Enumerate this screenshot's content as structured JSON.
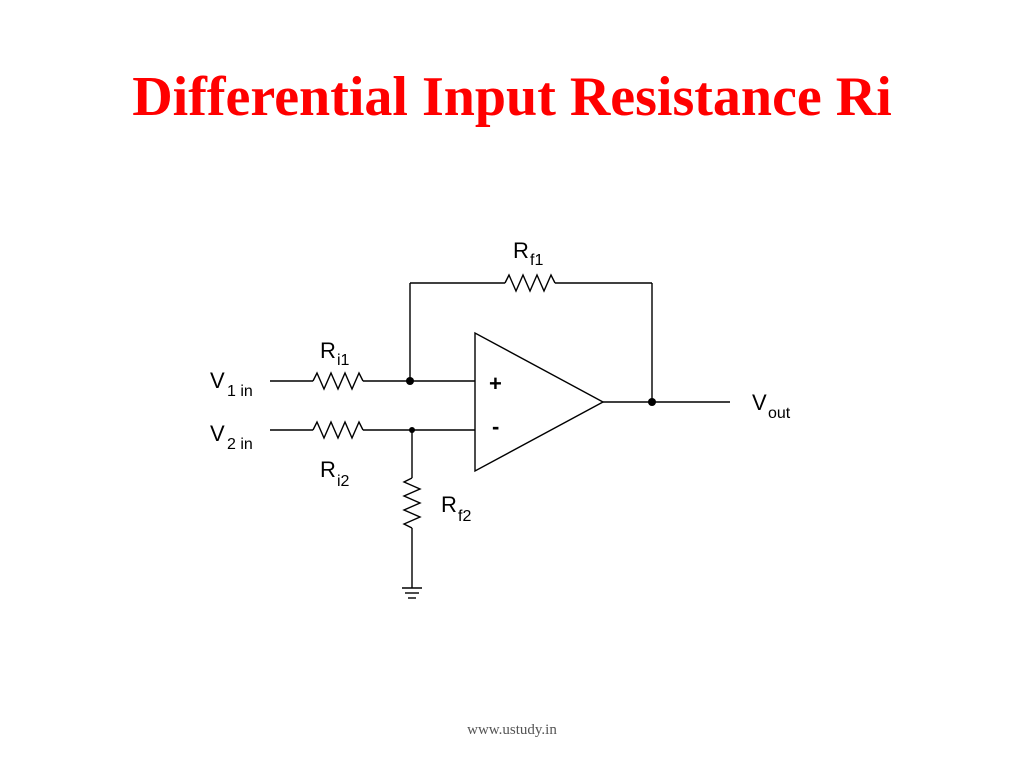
{
  "slide": {
    "title": "Differential Input Resistance Ri",
    "footer": "www.ustudy.in"
  },
  "colors": {
    "title": "#ff0000",
    "lines": "#000000",
    "footer": "#555555"
  },
  "circuit": {
    "inputs": {
      "v1": {
        "main": "V",
        "sub": "1 in"
      },
      "v2": {
        "main": "V",
        "sub": "2 in"
      }
    },
    "output": {
      "main": "V",
      "sub": "out"
    },
    "resistors": {
      "ri1": {
        "main": "R",
        "sub": "i1"
      },
      "ri2": {
        "main": "R",
        "sub": "i2"
      },
      "rf1": {
        "main": "R",
        "sub": "f1"
      },
      "rf2": {
        "main": "R",
        "sub": "f2"
      }
    },
    "opamp": {
      "plus": "+",
      "minus": "-"
    }
  }
}
